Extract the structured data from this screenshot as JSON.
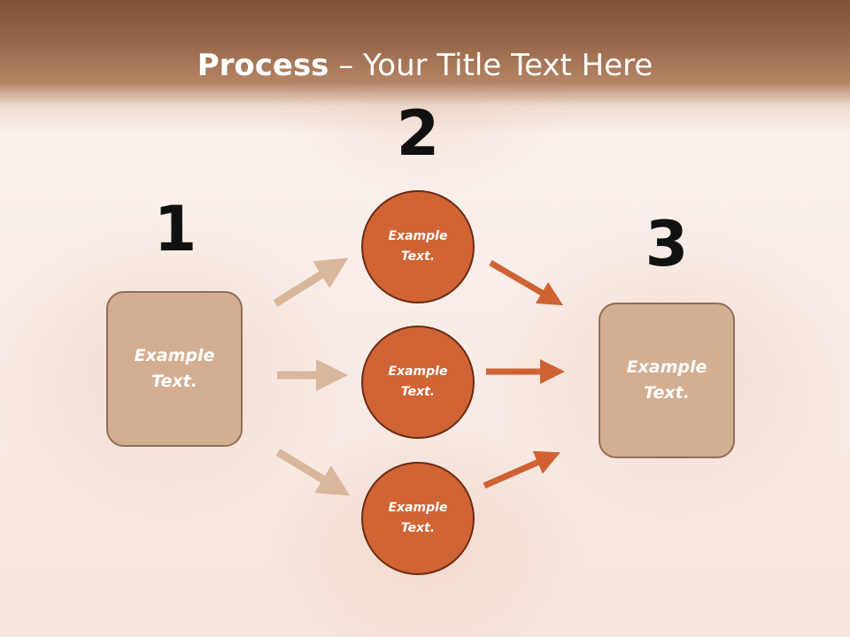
{
  "title": {
    "bold": "Process",
    "rest": " – Your Title Text Here"
  },
  "steps": {
    "one": "1",
    "two": "2",
    "three": "3"
  },
  "left_box": {
    "text": "Example\nText."
  },
  "right_box": {
    "text": "Example\nText."
  },
  "circles": [
    {
      "text": "Example\nText."
    },
    {
      "text": "Example\nText."
    },
    {
      "text": "Example\nText."
    }
  ],
  "colors": {
    "header": "#8f5f42",
    "box_fill": "#d3ae91",
    "circle_fill": "#d06435",
    "arrow_left": "#d9b79c",
    "arrow_right": "#cf6233"
  }
}
